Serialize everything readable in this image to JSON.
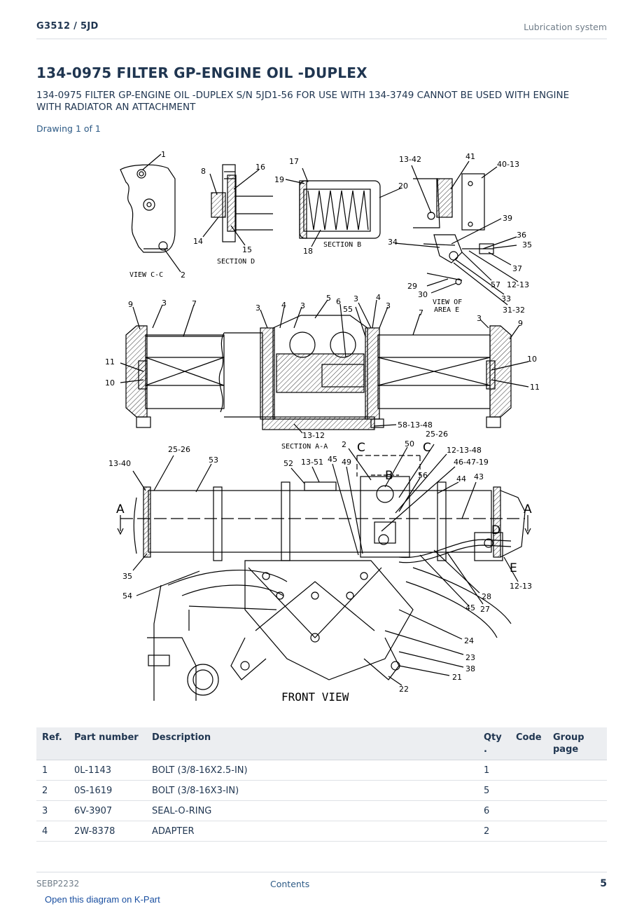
{
  "header": {
    "model": "G3512  /  5JD",
    "section": "Lubrication system"
  },
  "title": "134-0975 FILTER GP-ENGINE OIL -DUPLEX",
  "subtitle": "134-0975 FILTER GP-ENGINE OIL -DUPLEX S/N 5JD1-56 FOR USE WITH 134-3749 CANNOT BE USED WITH ENGINE WITH RADIATOR AN ATTACHMENT",
  "drawing_label": "Drawing 1 of 1",
  "diagram": {
    "captions": {
      "view_cc": "VIEW C-C",
      "section_d": "SECTION D",
      "section_b": "SECTION B",
      "view_area_e_1": "VIEW OF",
      "view_area_e_2": "AREA E",
      "section_aa": "SECTION A-A",
      "front_view": "FRONT VIEW"
    },
    "view_letters": {
      "a": "A",
      "b": "B",
      "c": "C",
      "d": "D",
      "e": "E"
    },
    "callouts": {
      "c_1": "1",
      "c_2": "2",
      "c_8": "8",
      "c_16": "16",
      "c_14": "14",
      "c_15": "15",
      "c_17": "17",
      "c_19": "19",
      "c_20": "20",
      "c_18": "18",
      "c_13_42": "13-42",
      "c_41": "41",
      "c_40_13": "40-13",
      "c_39": "39",
      "c_36": "36",
      "c_34": "34",
      "c_35": "35",
      "c_37": "37",
      "c_57": "57",
      "c_12_13": "12-13",
      "c_29": "29",
      "c_30": "30",
      "c_33": "33",
      "c_31_32": "31-32",
      "c_9": "9",
      "c_3": "3",
      "c_7": "7",
      "c_4": "4",
      "c_5": "5",
      "c_6": "6",
      "c_55": "55",
      "c_11": "11",
      "c_10": "10",
      "c_13_12": "13-12",
      "c_58_13_48": "58-13-48",
      "c_25_26": "25-26",
      "c_13_40": "13-40",
      "c_53": "53",
      "c_52": "52",
      "c_13_51": "13-51",
      "c_45": "45",
      "c_49": "49",
      "c_50": "50",
      "c_12_13_48": "12-13-48",
      "c_46_47_19": "46-47-19",
      "c_56": "56",
      "c_44": "44",
      "c_43": "43",
      "c_54": "54",
      "c_28": "28",
      "c_27": "27",
      "c_24": "24",
      "c_23": "23",
      "c_38": "38",
      "c_21": "21",
      "c_22": "22"
    }
  },
  "table": {
    "headers": {
      "ref": "Ref.",
      "part_number": "Part number",
      "description": "Description",
      "qty": "Qty\n.",
      "code": "Code",
      "group_page": "Group\npage"
    },
    "rows": [
      {
        "ref": "1",
        "part_number": "0L-1143",
        "description": "BOLT (3/8-16X2.5-IN)",
        "qty": "1",
        "code": "",
        "group_page": ""
      },
      {
        "ref": "2",
        "part_number": "0S-1619",
        "description": "BOLT (3/8-16X3-IN)",
        "qty": "5",
        "code": "",
        "group_page": ""
      },
      {
        "ref": "3",
        "part_number": "6V-3907",
        "description": "SEAL-O-RING",
        "qty": "6",
        "code": "",
        "group_page": ""
      },
      {
        "ref": "4",
        "part_number": "2W-8378",
        "description": "ADAPTER",
        "qty": "2",
        "code": "",
        "group_page": ""
      }
    ]
  },
  "footer": {
    "doc_id": "SEBP2232",
    "contents_link": "Contents",
    "page_number": "5"
  },
  "kpart_link": "Open this diagram on K-Part"
}
